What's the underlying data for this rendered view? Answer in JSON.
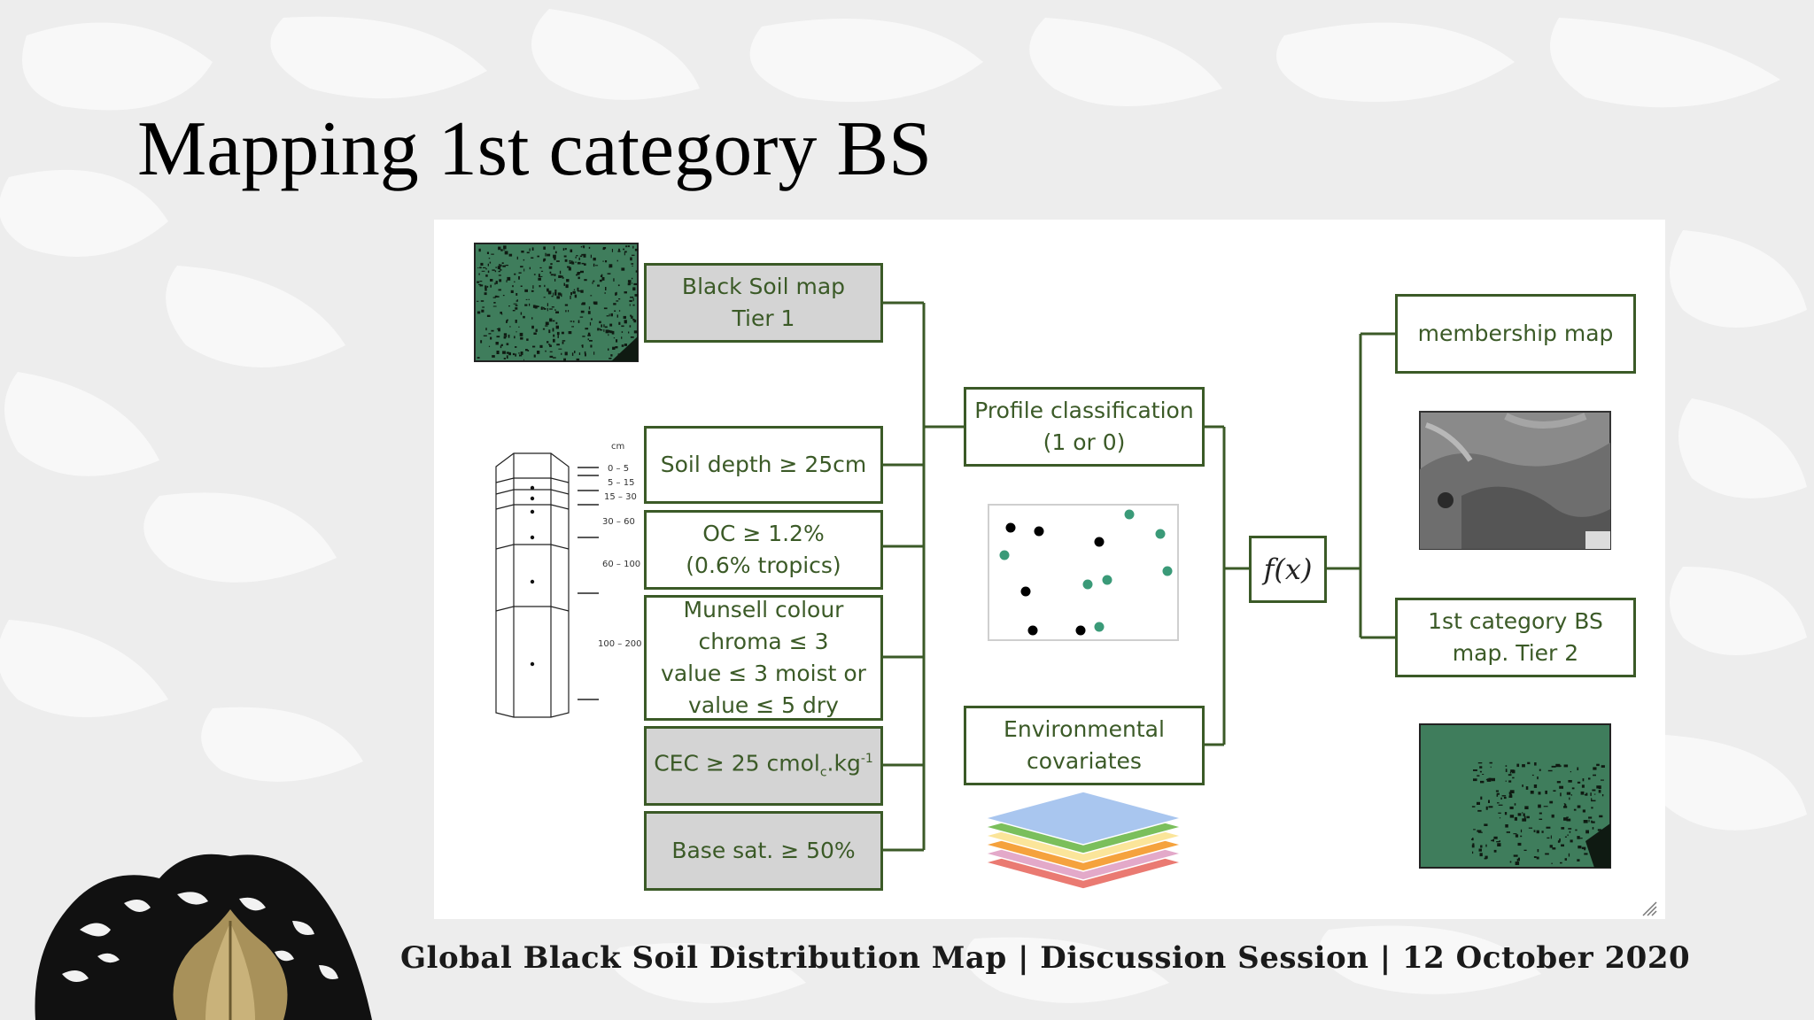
{
  "slide": {
    "title": "Mapping 1st category BS",
    "footer": "Global Black Soil Distribution Map | Discussion Session | 12 October 2020"
  },
  "inputs": {
    "black_soil_map": {
      "line1": "Black Soil map",
      "line2": "Tier 1"
    },
    "soil_depth": "Soil depth ≥ 25cm",
    "oc": {
      "line1": "OC ≥ 1.2%",
      "line2": "(0.6% tropics)"
    },
    "munsell": {
      "line1": "Munsell colour",
      "line2": "chroma ≤ 3",
      "line3": "value ≤ 3 moist or",
      "line4": "value ≤ 5 dry"
    },
    "cec": {
      "main": "CEC ≥ 25 cmol",
      "sub": "c",
      "unit": ".kg",
      "sup": "-1"
    },
    "base_sat": "Base sat. ≥ 50%"
  },
  "profile": {
    "unit": "cm",
    "depths": [
      "0 – 5",
      "5 – 15",
      "15 – 30",
      "30 – 60",
      "60 – 100",
      "100 – 200"
    ]
  },
  "middle": {
    "profile_classification": {
      "line1": "Profile classification",
      "line2": "(1 or 0)"
    },
    "environmental_covariates": {
      "line1": "Environmental",
      "line2": "covariates"
    },
    "function": "f(x)"
  },
  "outputs": {
    "membership_map": "membership map",
    "category_map": {
      "line1": "1st category BS",
      "line2": "map. Tier 2"
    }
  },
  "colors": {
    "box_border": "#3b5a27",
    "box_text": "#3b5a27",
    "map_green": "#3f7d5c",
    "point_green": "#3a9a78",
    "point_black": "#000000",
    "layers": [
      "#a9c6ef",
      "#7bbf5c",
      "#fbe59a",
      "#f5a23d",
      "#e3a9c9",
      "#ea7a72"
    ]
  }
}
